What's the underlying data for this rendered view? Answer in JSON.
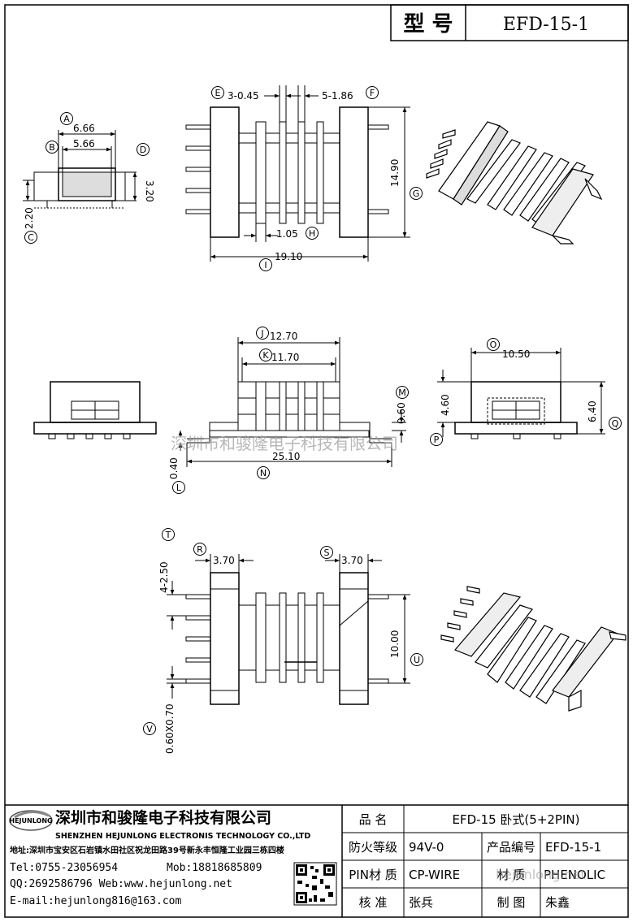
{
  "header": {
    "model_label": "型 号",
    "model_value": "EFD-15-1"
  },
  "dims": {
    "A": "A",
    "B": "B",
    "C": "C",
    "D": "D",
    "E": "E",
    "F": "F",
    "G": "G",
    "H": "H",
    "I": "I",
    "J": "J",
    "K": "K",
    "L": "L",
    "M": "M",
    "N": "N",
    "O": "O",
    "P": "P",
    "Q": "Q",
    "R": "R",
    "S": "S",
    "T": "T",
    "U": "U",
    "V": "V",
    "v_6_66": "6.66",
    "v_5_66": "5.66",
    "v_3_20": "3.20",
    "v_2_20": "2.20",
    "v_3_045": "3-0.45",
    "v_5_186": "5-1.86",
    "v_14_90": "14.90",
    "v_1_05": "1.05",
    "v_19_10": "19.10",
    "v_12_70": "12.70",
    "v_11_70": "11.70",
    "v_0_60": "0.60",
    "v_0_40": "0.40",
    "v_25_10": "25.10",
    "v_10_50": "10.50",
    "v_4_60": "4.60",
    "v_6_40": "6.40",
    "v_4_250": "4-2.50",
    "v_3_70a": "3.70",
    "v_3_70b": "3.70",
    "v_10_00": "10.00",
    "v_060x070": "0.60X0.70"
  },
  "watermarks": {
    "company_cn": "深圳市和骏隆电子科技有限公司",
    "site": "hejunlong.net"
  },
  "footer": {
    "logo_text": "HEJUNLONG",
    "company_cn": "深圳市和骏隆电子科技有限公司",
    "company_en": "SHENZHEN HEJUNLONG ELECTRONIS TECHNOLOGY CO.,LTD",
    "address": "地址:深圳市宝安区石岩镇水田社区祝龙田路39号新永丰恒隆工业园三栋四楼",
    "tel": "Tel:0755-23056954",
    "mob": "Mob:18818685809",
    "qq_web": "QQ:2692586796 Web:www.hejunlong.net",
    "email": "E-mail:hejunlong816@163.com",
    "table": {
      "product_name_label": "品 名",
      "product_name_value": "EFD-15 卧式(5+2PIN)",
      "flame_label": "防火等级",
      "flame_value": "94V-0",
      "code_label": "产品编号",
      "code_value": "EFD-15-1",
      "pin_label": "PIN材 质",
      "pin_value": "CP-WIRE",
      "material_label": "材 质",
      "material_value": "PHENOLIC",
      "check_label": "核 准",
      "check_value": "张兵",
      "draw_label": "制 图",
      "draw_value": "朱鑫"
    }
  }
}
